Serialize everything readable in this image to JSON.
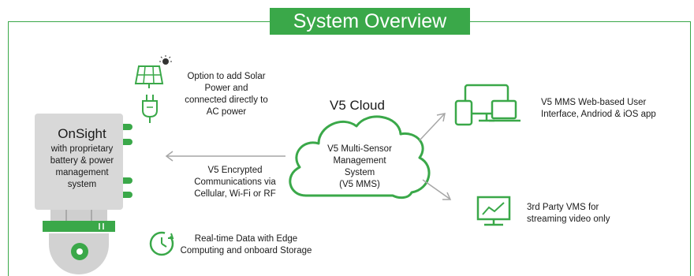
{
  "title": "System Overview",
  "cloud": {
    "heading": "V5 Cloud",
    "line1": "V5 Multi-Sensor",
    "line2": "Management",
    "line3": "System",
    "line4": "(V5 MMS)"
  },
  "onsight": {
    "title": "OnSight",
    "line1": "with proprietary",
    "line2": "battery & power",
    "line3": "management",
    "line4": "system"
  },
  "solar": {
    "line1": "Option to add Solar",
    "line2": "Power and",
    "line3": "connected directly to",
    "line4": "AC power"
  },
  "comms": {
    "line1": "V5 Encrypted",
    "line2": "Communications via",
    "line3": "Cellular, Wi-Fi or RF"
  },
  "realtime": {
    "line1": "Real-time Data with Edge",
    "line2": "Computing and onboard Storage"
  },
  "mms_ui": {
    "line1": "V5 MMS Web-based User",
    "line2": "Interface, Andriod & iOS app"
  },
  "vms": {
    "line1": "3rd Party VMS for",
    "line2": "streaming video only"
  },
  "colors": {
    "accent": "#3aa849",
    "device_gray": "#d6d6d6",
    "arrow_gray": "#a6a6a6"
  },
  "icons": [
    "solar-panel-icon",
    "power-plug-icon",
    "devices-icon",
    "monitor-chart-icon",
    "clock-icon",
    "cloud-icon"
  ]
}
